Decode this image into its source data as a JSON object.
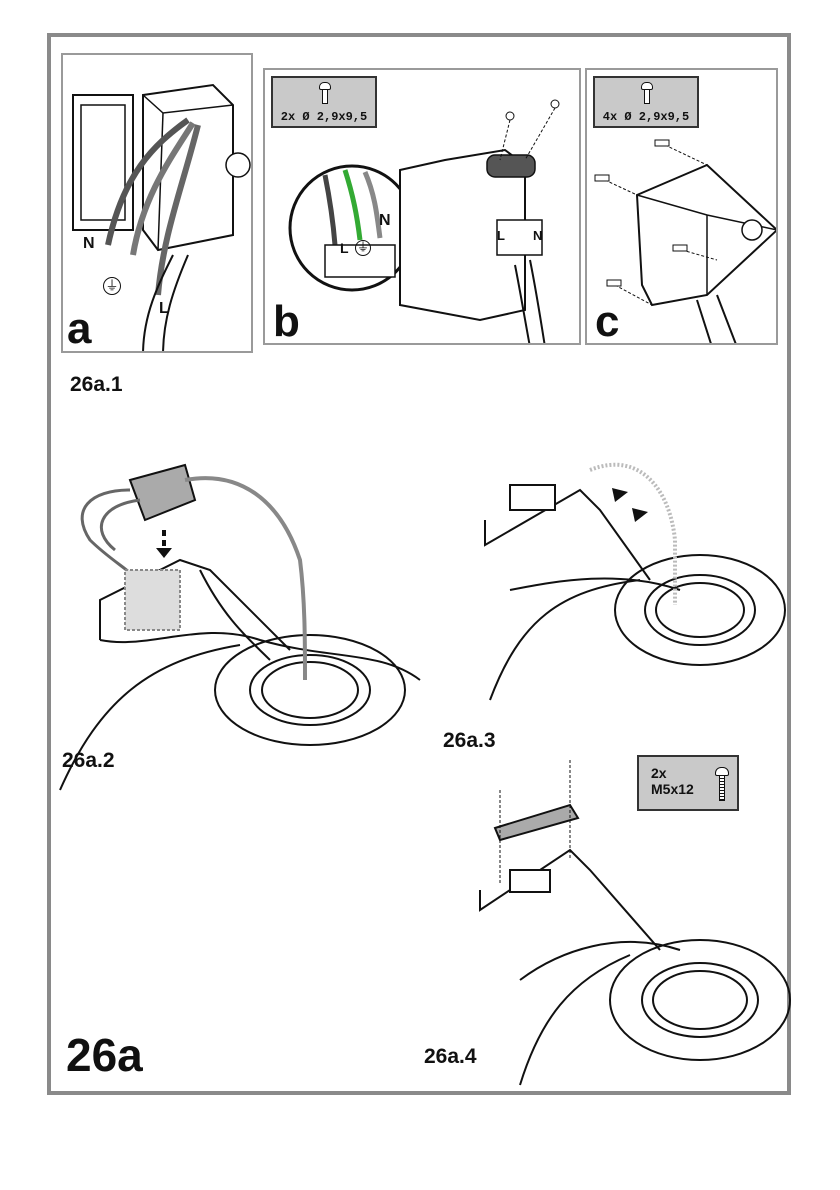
{
  "figure": {
    "main_label": "26a",
    "panels": [
      {
        "letter": "a",
        "wire_labels": [
          "N",
          "L"
        ]
      },
      {
        "letter": "b",
        "screw_spec": "2x Ø 2,9x9,5",
        "terminal_labels": [
          "N",
          "L",
          "L",
          "N"
        ]
      },
      {
        "letter": "c",
        "screw_spec": "4x Ø 2,9x9,5"
      }
    ],
    "steps": [
      "26a.1",
      "26a.2",
      "26a.3",
      "26a.4"
    ],
    "screw_box_4": {
      "line1": "2x",
      "line2": "M5x12"
    }
  },
  "icons": [
    "ground-symbol-icon",
    "screw-icon",
    "arrow-down-icon"
  ]
}
